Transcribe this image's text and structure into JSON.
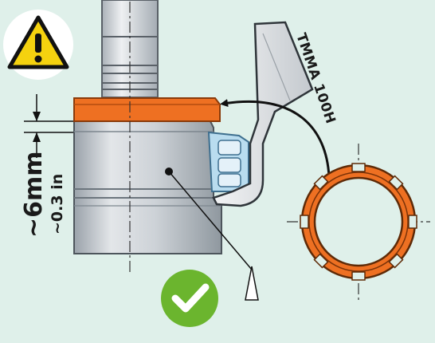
{
  "dimension": {
    "metric": "~6mm",
    "imperial": "~0.3 in"
  },
  "tool": {
    "label": "TMMA 100H"
  },
  "icons": {
    "warning": "warning-icon",
    "check": "check-icon"
  },
  "colors": {
    "background": "#dff0ea",
    "orange": "#ee7022",
    "orange_dark": "#b44c10",
    "steel": "#c9ced3",
    "steel_dark": "#8e979f",
    "bearing_blue": "#b9dcef",
    "warning_yellow": "#f5d20f",
    "check_green": "#6bb52e"
  }
}
